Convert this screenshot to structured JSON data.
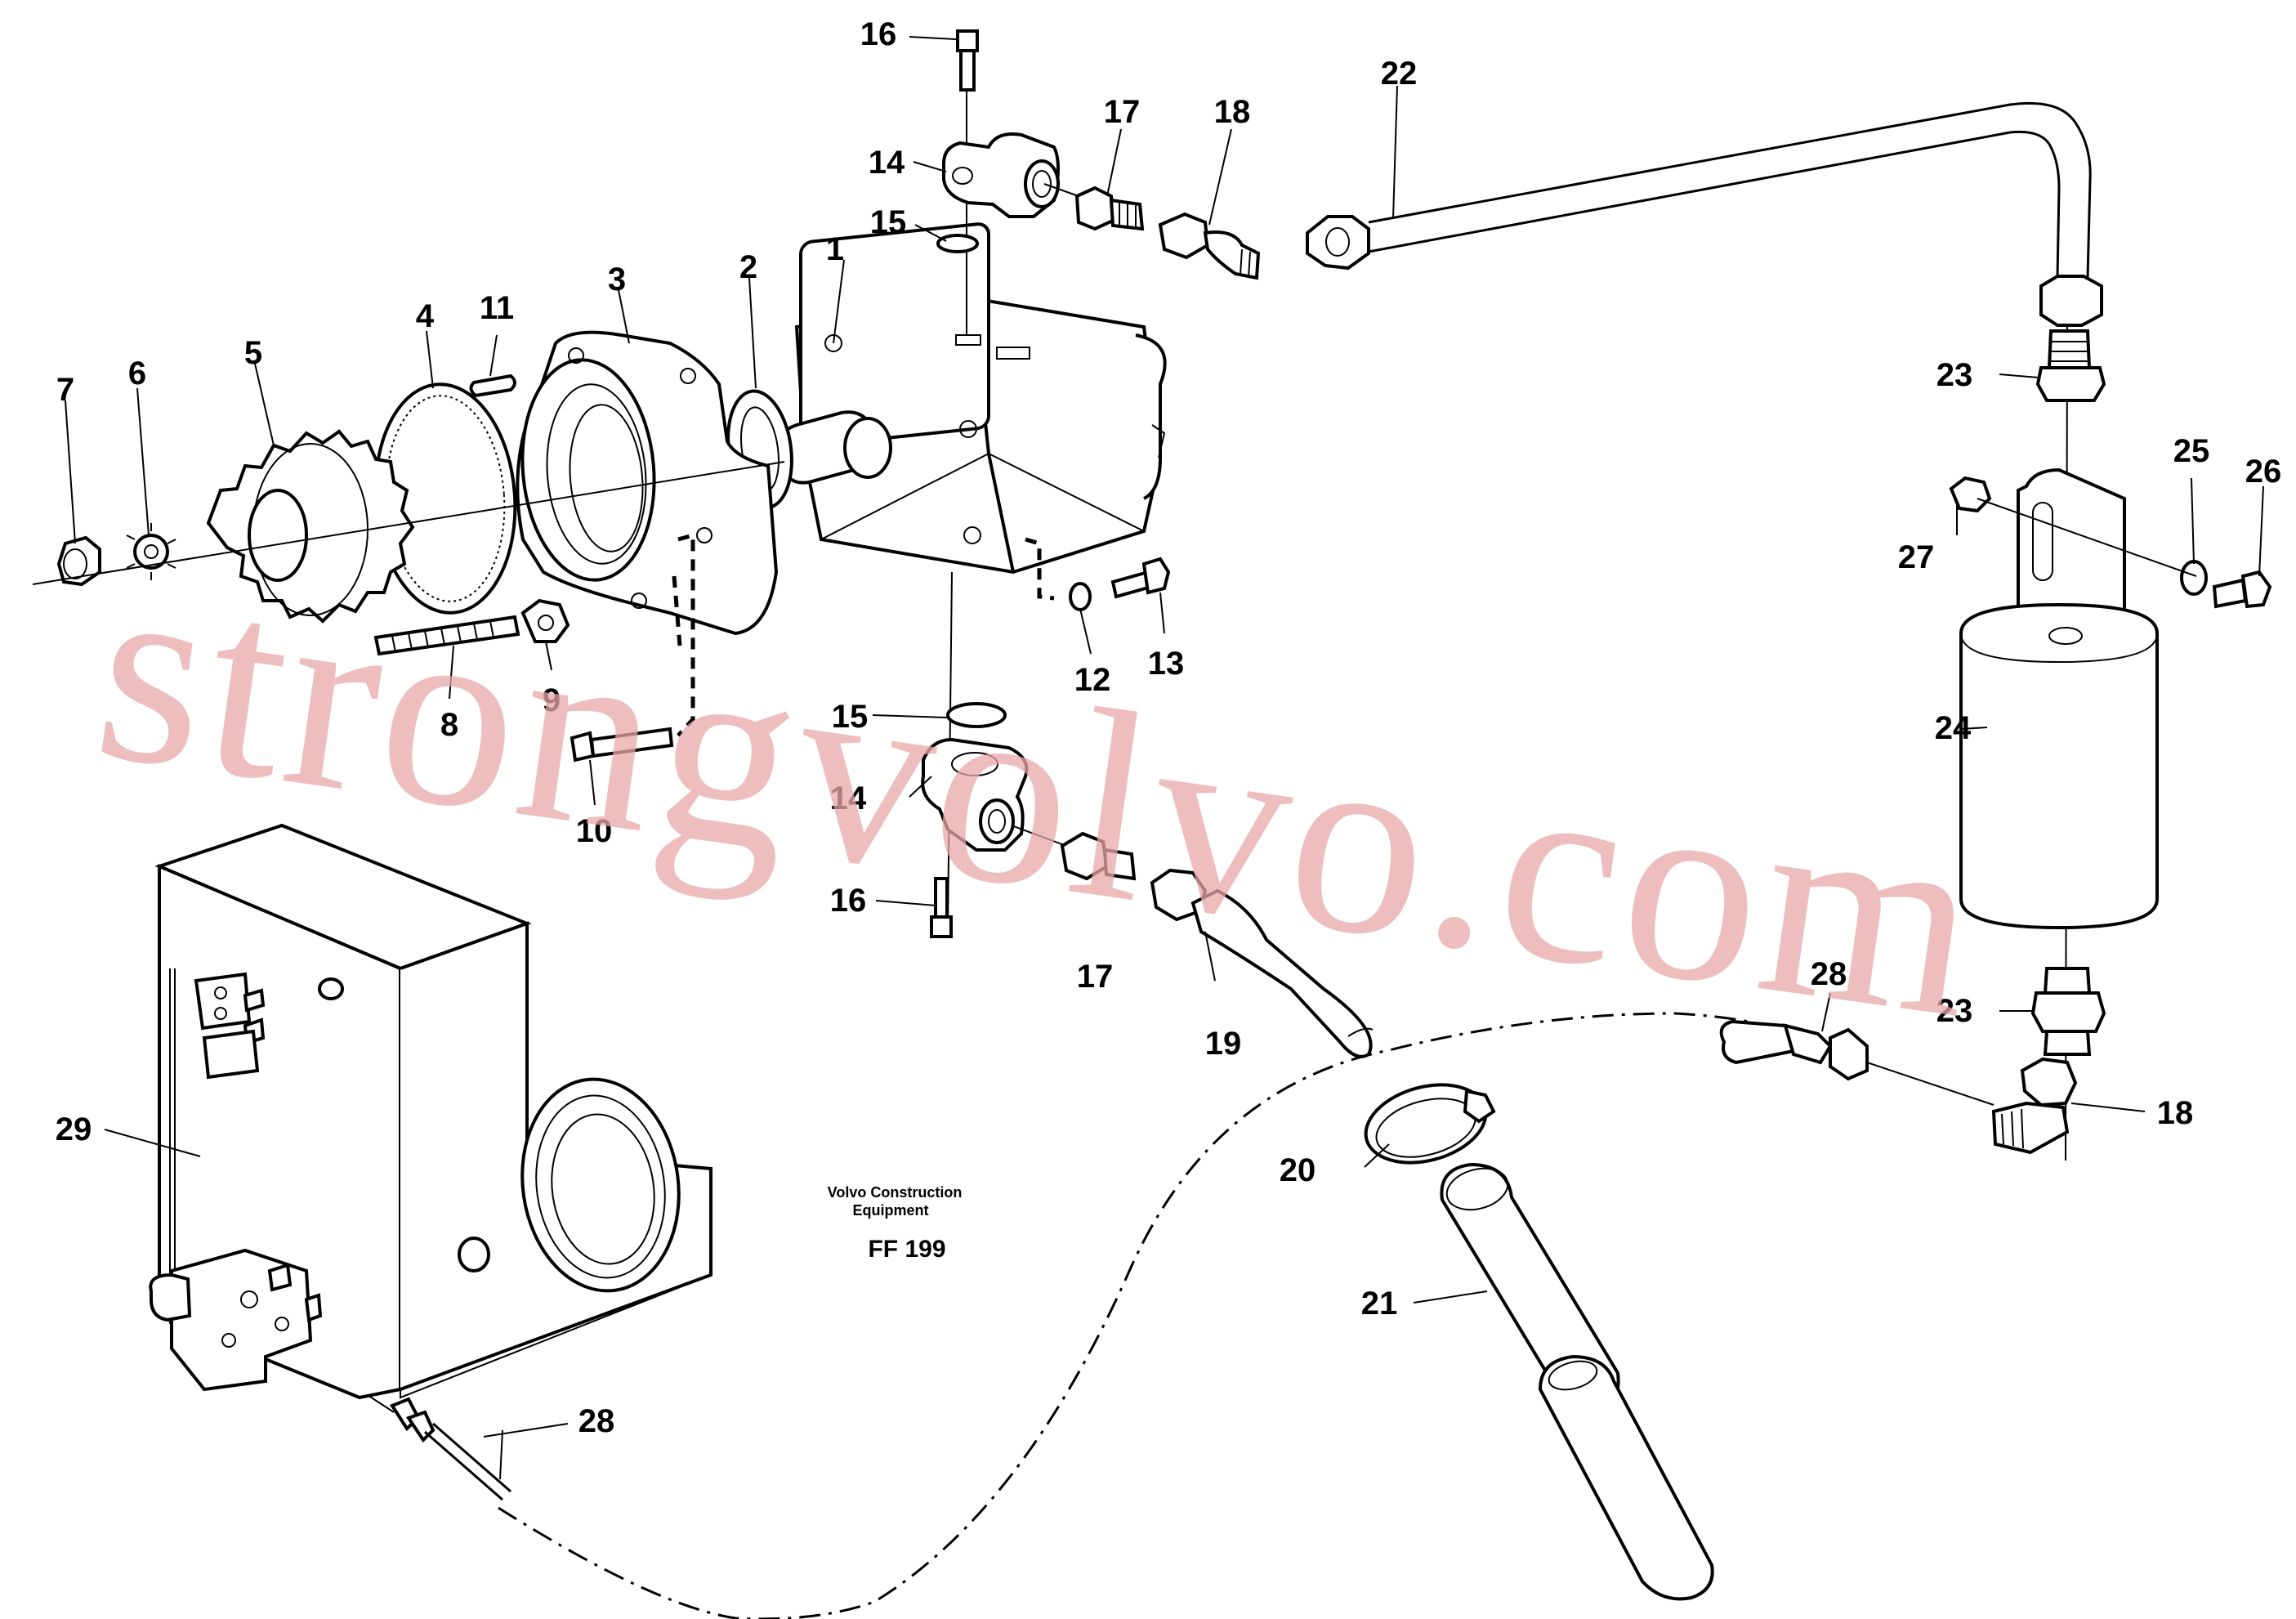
{
  "watermark": "strongvolvo.com",
  "caption": {
    "line1": "Volvo Construction",
    "line2": "Equipment",
    "code": "FF 199"
  },
  "callouts": [
    "1",
    "2",
    "3",
    "4",
    "5",
    "6",
    "7",
    "8",
    "9",
    "10",
    "11",
    "12",
    "13",
    "14",
    "14",
    "15",
    "15",
    "16",
    "16",
    "17",
    "17",
    "18",
    "18",
    "19",
    "20",
    "21",
    "22",
    "23",
    "23",
    "24",
    "25",
    "26",
    "27",
    "28",
    "28",
    "29"
  ]
}
